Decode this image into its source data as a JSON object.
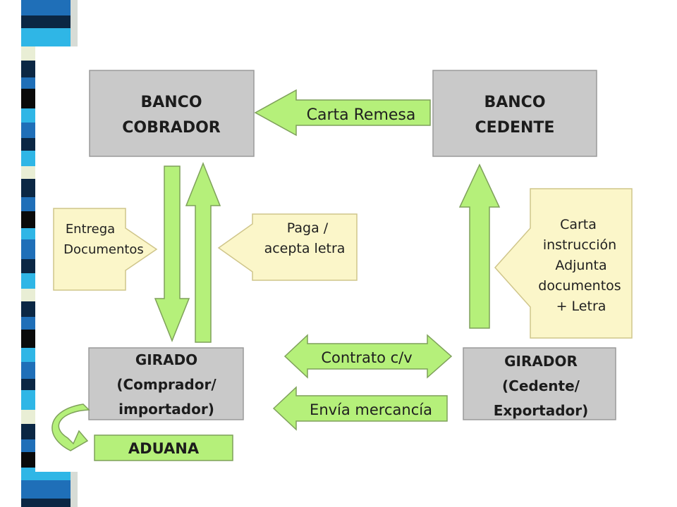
{
  "colors": {
    "box_gray": "#c9c9c9",
    "note_yellow": "#fbf6c9",
    "arrow_green": "#b5f07a",
    "arrow_border": "#7ea05a",
    "stripe_blue": "#1f6fb8",
    "stripe_navy": "#0b2744",
    "stripe_cyan": "#2fb6e6",
    "stripe_cream": "#e9eed5",
    "stripe_black": "#0a0a0a"
  },
  "nodes": {
    "banco_cobrador": [
      "BANCO",
      "COBRADOR"
    ],
    "banco_cedente": [
      "BANCO",
      "CEDENTE"
    ],
    "girado": [
      "GIRADO",
      "(Comprador/",
      "importador)"
    ],
    "girador": [
      "GIRADOR",
      "(Cedente/",
      "Exportador)"
    ],
    "aduana": "ADUANA"
  },
  "arrows": {
    "carta_remesa": "Carta Remesa",
    "contrato": "Contrato c/v",
    "envia_mercancia": "Envía mercancía"
  },
  "notes": {
    "entrega": [
      "Entrega",
      "Documentos"
    ],
    "paga": [
      "Paga /",
      "acepta letra"
    ],
    "carta_instruccion": [
      "Carta",
      "instrucción",
      "Adjunta",
      "documentos",
      "+ Letra"
    ]
  }
}
